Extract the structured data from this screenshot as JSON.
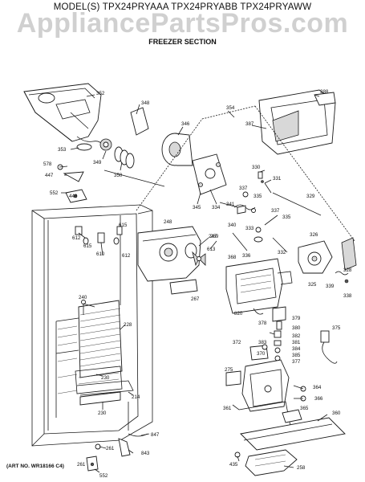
{
  "header": {
    "models": "MODEL(S) TPX24PRYAAA  TPX24PRYABB  TPX24PRYAWW",
    "section": "FREEZER SECTION"
  },
  "watermark": "AppliancePartsPros.com",
  "footer": {
    "art_number": "(ART NO. WR18166 C4)"
  },
  "part_labels": {
    "p352": "352",
    "p348": "348",
    "p346": "346",
    "p354": "354",
    "p388": "388",
    "p387": "387",
    "p353": "353",
    "p349": "349",
    "p350": "350",
    "p578": "578",
    "p447": "447",
    "p552a": "552",
    "p448": "448",
    "p330": "330",
    "p331": "331",
    "p345": "345",
    "p334": "334",
    "p337a": "337",
    "p335a": "335",
    "p337b": "337",
    "p329": "329",
    "p341": "341",
    "p340": "340",
    "p333": "333",
    "p335b": "335",
    "p248": "248",
    "p612a": "612",
    "p615a": "615",
    "p615b": "615",
    "p247": "247",
    "p612b": "612",
    "p610": "610",
    "p269": "269",
    "p336": "336",
    "p332": "332",
    "p326": "326",
    "p613": "613",
    "p368": "368",
    "p328": "328",
    "p325": "325",
    "p339": "339",
    "p338": "338",
    "p267": "267",
    "p240": "240",
    "p820": "820",
    "p378": "378",
    "p379": "379",
    "p380": "380",
    "p382": "382",
    "p375": "375",
    "p381": "381",
    "p384": "384",
    "p385": "385",
    "p377": "377",
    "p383": "383",
    "p372": "372",
    "p370": "370",
    "p228": "228",
    "p230a": "230",
    "p275": "275",
    "p214": "214",
    "p230b": "230",
    "p364": "364",
    "p366": "366",
    "p361": "361",
    "p365": "365",
    "p360": "360",
    "p847": "847",
    "p261a": "261",
    "p843": "843",
    "p261b": "261",
    "p552b": "552",
    "p435": "435",
    "p258": "258"
  }
}
